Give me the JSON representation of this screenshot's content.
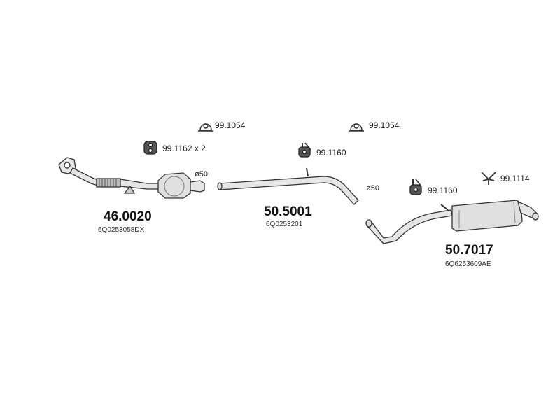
{
  "parts": {
    "front_pipe_cat": {
      "number": "46.0020",
      "oem": "6Q0253058DX"
    },
    "middle_pipe": {
      "number": "50.5001",
      "oem": "6Q0253201"
    },
    "rear_silencer": {
      "number": "50.7017",
      "oem": "6Q6253609AE"
    }
  },
  "accessories": {
    "clamp_1": {
      "ref": "99.1054",
      "icon": "clamp-icon"
    },
    "clamp_2": {
      "ref": "99.1054",
      "icon": "clamp-icon"
    },
    "rubber_mount_front": {
      "ref": "99.1162 x 2",
      "icon": "rubber-mount-icon"
    },
    "rubber_mount_mid": {
      "ref": "99.1160",
      "icon": "rubber-hanger-icon"
    },
    "rubber_mount_rear": {
      "ref": "99.1160",
      "icon": "rubber-hanger-icon"
    },
    "bracket_rear": {
      "ref": "99.1114",
      "icon": "bracket-icon"
    }
  },
  "diameters": {
    "front": "ø50",
    "mid": "ø50"
  },
  "colors": {
    "line": "#333333",
    "fill": "#e6e6e6",
    "dark": "#555555"
  }
}
